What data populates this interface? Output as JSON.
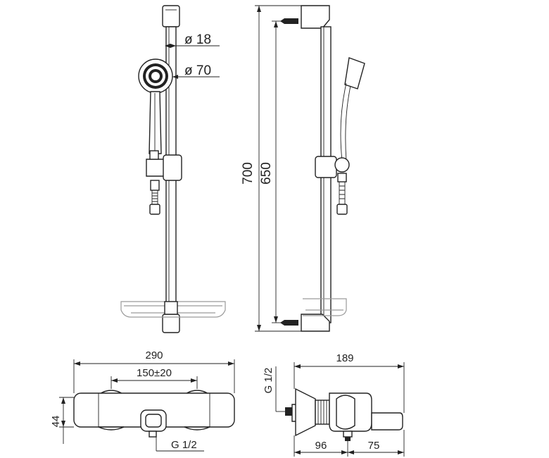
{
  "dimensions": {
    "rail_diameter": "ø 18",
    "head_diameter": "ø 70",
    "total_height": "700",
    "mount_distance": "650",
    "mixer_width": "290",
    "mixer_centers": "150±20",
    "mixer_depth": "44",
    "inlet_thread_front": "G 1/2",
    "mixer_projection": "189",
    "outlet_thread_side": "G 1/2",
    "inlet_offset": "96",
    "spout_length": "75"
  }
}
